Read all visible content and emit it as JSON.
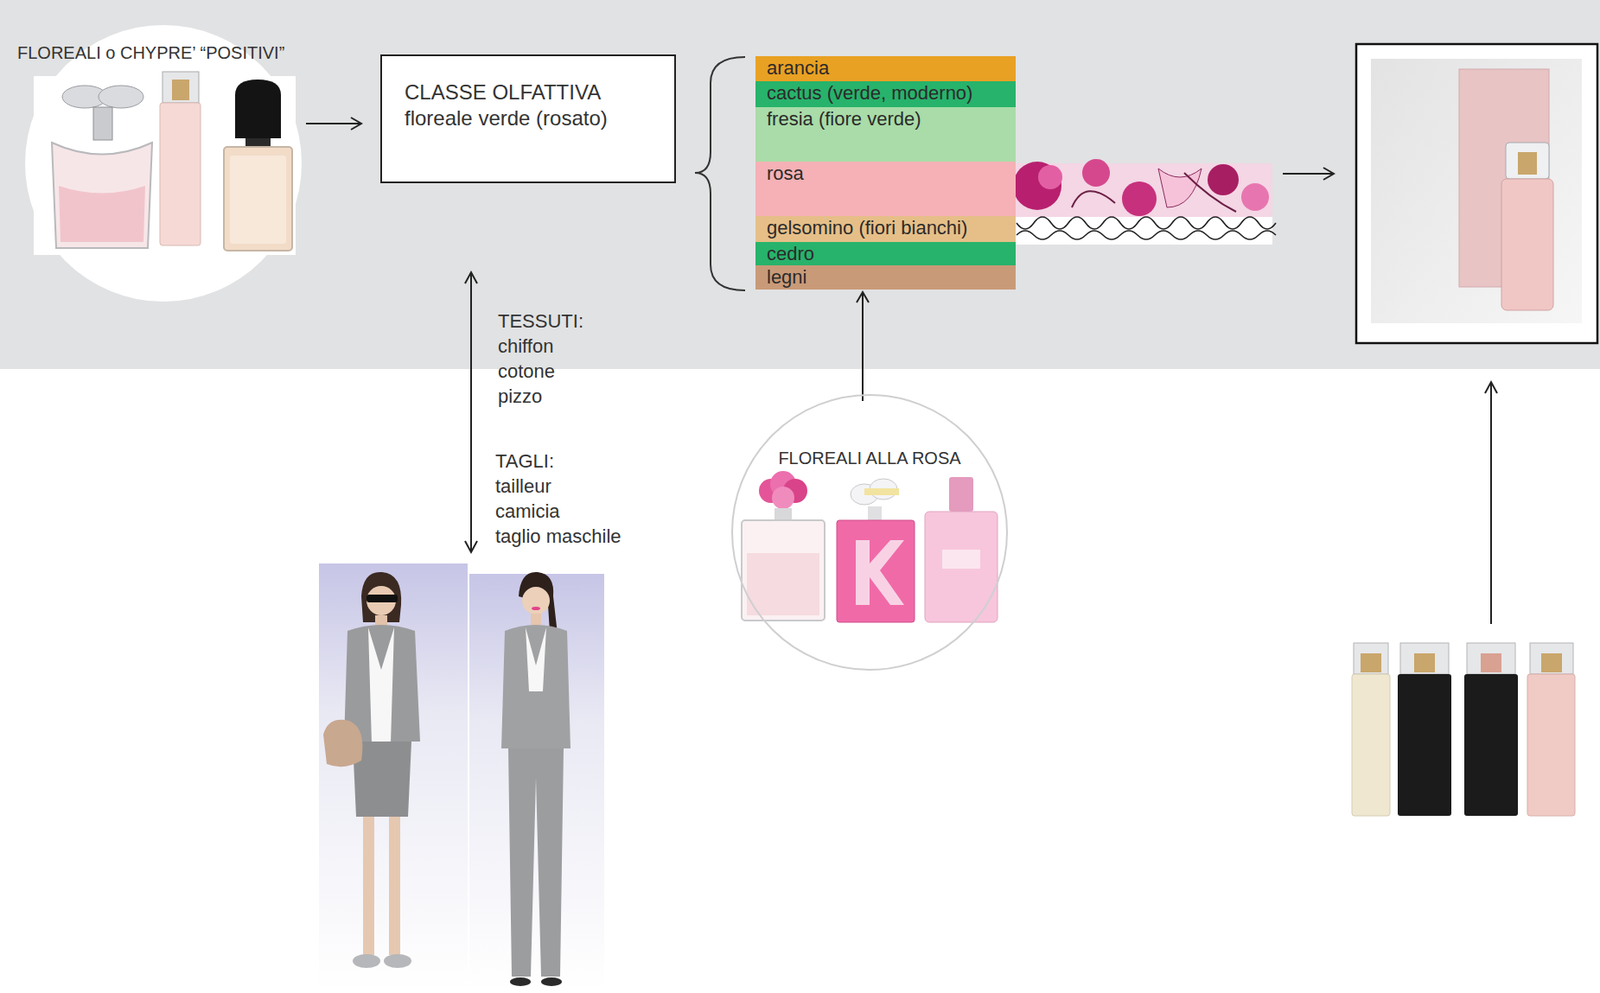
{
  "diagram": {
    "nodes": [
      {
        "text": [
          "FLOREALI o CHYPRE’ “POSITIVI”"
        ]
      },
      {
        "text": [
          "CLASSE OLFATTIVA",
          "floreale verde (rosato)"
        ]
      },
      {
        "text": [
          "arancia"
        ]
      },
      {
        "text": [
          "cactus (verde, moderno)"
        ]
      },
      {
        "text": [
          "fresia (fiore verde)"
        ]
      },
      {
        "text": [
          "rosa"
        ]
      },
      {
        "text": [
          "gelsomino (fiori bianchi)"
        ]
      },
      {
        "text": [
          "cedro"
        ]
      },
      {
        "text": [
          "legni"
        ]
      },
      {
        "text": [
          "FLOREALI ALLA ROSA"
        ]
      }
    ],
    "edges": [
      {
        "from": 0,
        "to": 1,
        "arrow": "to"
      },
      {
        "from": 9,
        "to": 8,
        "arrow": "to"
      }
    ],
    "labels": [
      "TESSUTI:",
      "chiffon",
      "cotone",
      "pizzo",
      "TAGLI:",
      "tailleur",
      "camicia",
      "taglio maschile"
    ]
  }
}
